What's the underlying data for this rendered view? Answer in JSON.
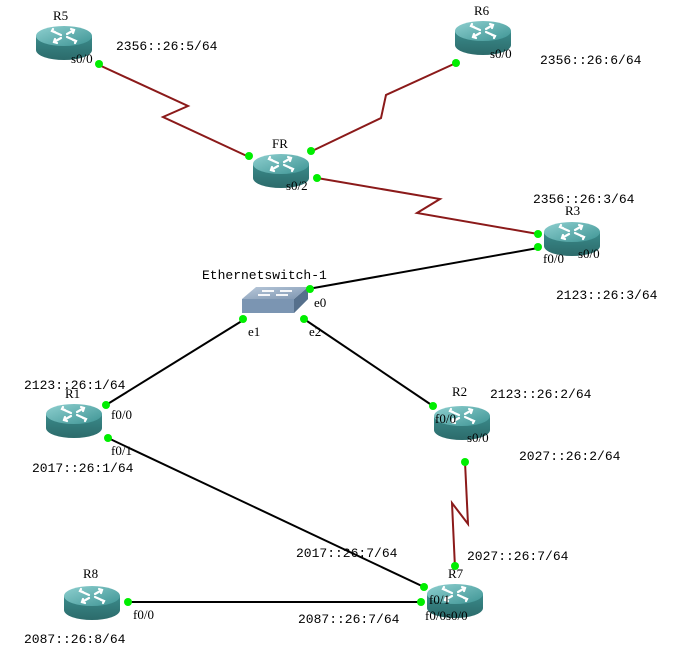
{
  "diagram": {
    "type": "network-topology",
    "colors": {
      "ethernet_link": "#000000",
      "serial_link": "#8b1a1a",
      "port_up": "#00ee00",
      "router_body": "#3e8f8f",
      "switch_body": "#6f8aa6"
    },
    "devices": [
      {
        "id": "R5",
        "label": "R5",
        "type": "router"
      },
      {
        "id": "R6",
        "label": "R6",
        "type": "router"
      },
      {
        "id": "FR",
        "label": "FR",
        "type": "router"
      },
      {
        "id": "R3",
        "label": "R3",
        "type": "router"
      },
      {
        "id": "SW1",
        "label": "Ethernetswitch-1",
        "type": "switch"
      },
      {
        "id": "R1",
        "label": "R1",
        "type": "router"
      },
      {
        "id": "R2",
        "label": "R2",
        "type": "router"
      },
      {
        "id": "R7",
        "label": "R7",
        "type": "router"
      },
      {
        "id": "R8",
        "label": "R8",
        "type": "router"
      }
    ],
    "port_labels": {
      "r5_s00": "s0/0",
      "r6_s00": "s0/0",
      "fr_s0x": "s0/2",
      "r3_f00": "f0/0",
      "r3_s00": "s0/0",
      "sw_e0": "e0",
      "sw_e1": "e1",
      "sw_e2": "e2",
      "r1_f00": "f0/0",
      "r1_f01": "f0/1",
      "r2_f00": "f0/0",
      "r2_s00": "s0/0",
      "r7_f01": "f0/1",
      "r7_f00s00": "f0/0s0/0",
      "r8_f00": "f0/0"
    },
    "addresses": {
      "r5": "2356::26:5/64",
      "r6": "2356::26:6/64",
      "r3_serial": "2356::26:3/64",
      "r3_eth": "2123::26:3/64",
      "r1_eth": "2123::26:1/64",
      "r1_f01": "2017::26:1/64",
      "r2_eth": "2123::26:2/64",
      "r2_serial": "2027::26:2/64",
      "r7_f01": "2017::26:7/64",
      "r7_serial": "2027::26:7/64",
      "r7_f00": "2087::26:7/64",
      "r8": "2087::26:8/64"
    },
    "links": [
      {
        "from": "R5 s0/0",
        "to": "FR",
        "kind": "serial"
      },
      {
        "from": "R6 s0/0",
        "to": "FR",
        "kind": "serial"
      },
      {
        "from": "FR",
        "to": "R3 s0/0",
        "kind": "serial"
      },
      {
        "from": "SW1 e0",
        "to": "R3 f0/0",
        "kind": "ethernet"
      },
      {
        "from": "SW1 e1",
        "to": "R1 f0/0",
        "kind": "ethernet"
      },
      {
        "from": "SW1 e2",
        "to": "R2 f0/0",
        "kind": "ethernet"
      },
      {
        "from": "R1 f0/1",
        "to": "R7 f0/1",
        "kind": "ethernet"
      },
      {
        "from": "R2 s0/0",
        "to": "R7 s0/0",
        "kind": "serial"
      },
      {
        "from": "R8 f0/0",
        "to": "R7 f0/0",
        "kind": "ethernet"
      }
    ]
  }
}
